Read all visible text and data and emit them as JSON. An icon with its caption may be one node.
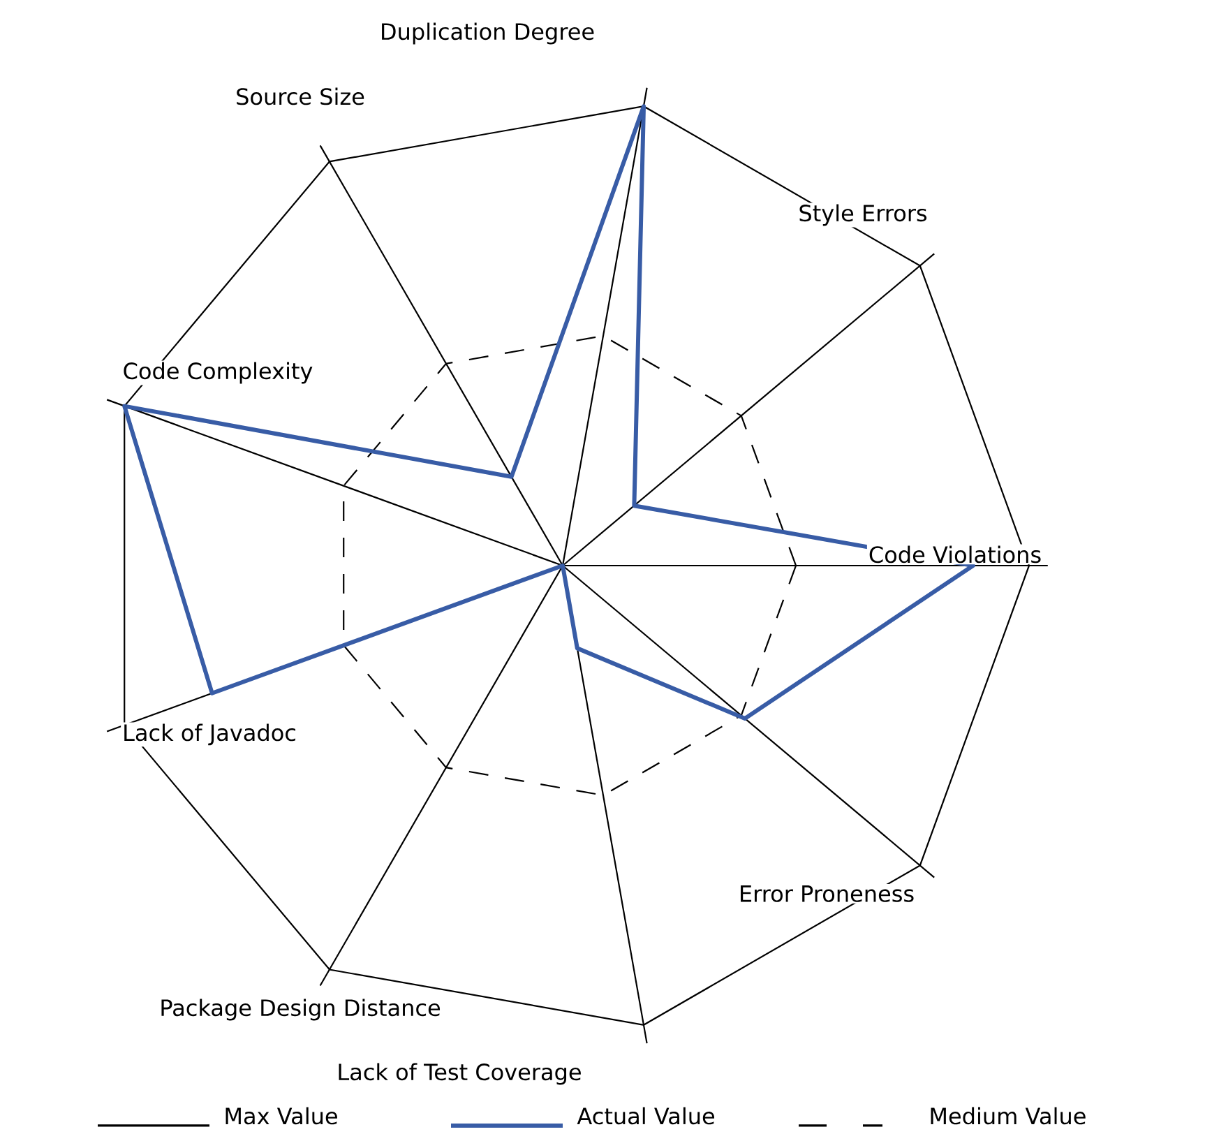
{
  "diagram": {
    "labels": [
      "Duplication Degree",
      "Source Size",
      "Style Errors",
      "Code Complexity",
      "Code Violations",
      "Lack of Javadoc",
      "Error Proneness",
      "Package Design Distance",
      "Lack of Test Coverage"
    ],
    "legend": [
      {
        "text": "Max Value"
      },
      {
        "text": "Actual Value"
      },
      {
        "text": "Medium Value"
      }
    ]
  }
}
